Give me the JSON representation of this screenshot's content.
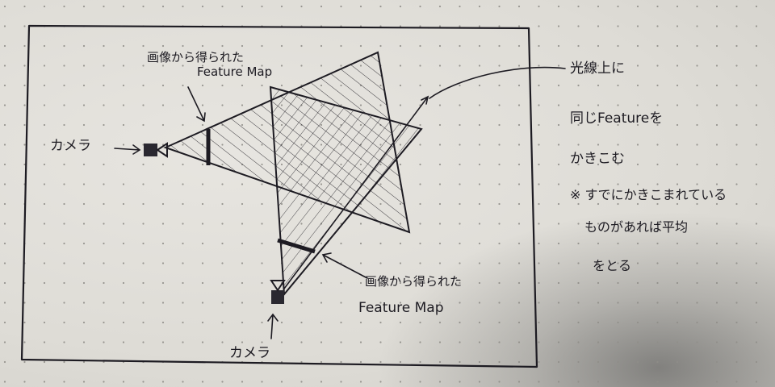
{
  "labels": {
    "camera_left": "カメラ",
    "camera_bottom": "カメラ",
    "feature_map_top_line1": "画像から得られた",
    "feature_map_top_line2": "Feature Map",
    "feature_map_bottom_line1": "画像から得られた",
    "feature_map_bottom_line2": "Feature Map"
  },
  "note": {
    "lines": [
      "光線上に",
      "同じFeatureを",
      "かきこむ",
      "※ すでにかきこまれている",
      "ものがあれば平均",
      "をとる"
    ]
  },
  "colors": {
    "ink": "#1d1b22",
    "paper": "#e3e1dc",
    "dot": "#8f8d88"
  },
  "icons": [
    "camera-icon",
    "feature-map-bar",
    "ray-arrow"
  ]
}
